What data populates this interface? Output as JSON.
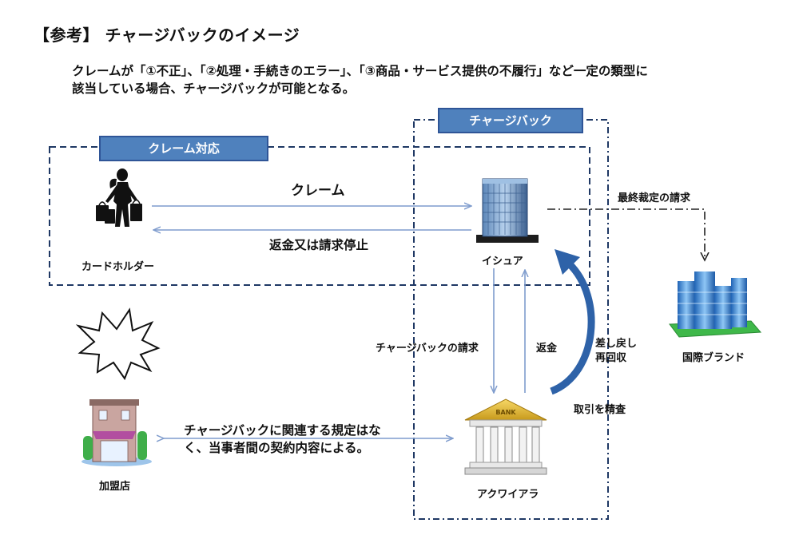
{
  "title": "【参考】 チャージバックのイメージ",
  "description": [
    "クレームが「①不正」、「②処理・手続きのエラー」、「③商品・サービス提供の不履行」など一定の類型に",
    "該当している場合、チャージバックが可能となる。"
  ],
  "boxes": {
    "chargeback": "チャージバック",
    "claim_handling": "クレーム対応"
  },
  "actors": {
    "cardholder": "カードホルダー",
    "issuer": "イシュア",
    "brand": "国際ブランド",
    "acquirer": "アクワイアラ",
    "merchant": "加盟店",
    "bank_sign": "BANK"
  },
  "flows": {
    "claim": "クレーム",
    "refund_or_stop": "返金又は請求停止",
    "final_ruling": "最終裁定の請求",
    "chargeback_request": "チャージバックの請求",
    "refund": "返金",
    "reversal_1": "差し戻し",
    "reversal_2": "再回収",
    "examine": "取引を精査",
    "rules_1": "チャージバックに関連する規定はな",
    "rules_2": "く、当事者間の契約内容による。"
  },
  "colors": {
    "box_fill": "#4f81bd",
    "box_border": "#2f5597",
    "dash": "#1f3864",
    "arrow": "#7f9ccd",
    "curve": "#2e62a8"
  }
}
